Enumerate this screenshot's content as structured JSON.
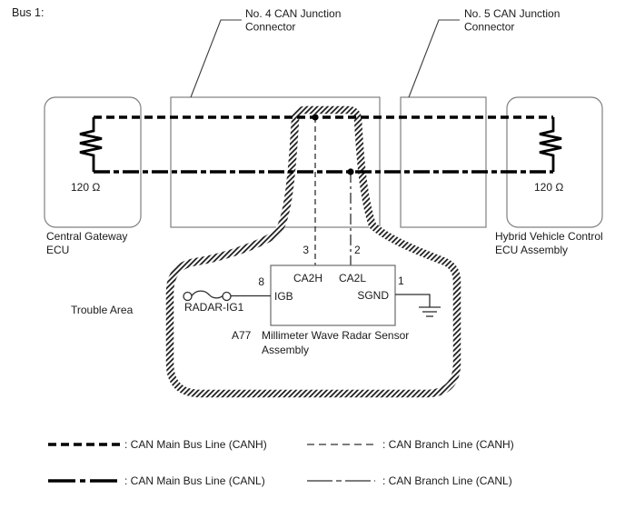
{
  "diagram": {
    "title": "Bus 1:",
    "trouble_area_label": "Trouble Area"
  },
  "callouts": {
    "no4": {
      "line1": "No. 4 CAN Junction",
      "line2": "Connector"
    },
    "no5": {
      "line1": "No. 5 CAN Junction",
      "line2": "Connector"
    }
  },
  "ecus": {
    "central_gateway": {
      "name_line1": "Central Gateway",
      "name_line2": "ECU",
      "terminating_resistor": "120 Ω"
    },
    "hybrid_vehicle": {
      "name_line1": "Hybrid Vehicle Control",
      "name_line2": "ECU Assembly",
      "terminating_resistor": "120 Ω"
    }
  },
  "radar_sensor": {
    "code": "A77",
    "name_line1": "Millimeter Wave Radar Sensor",
    "name_line2": "Assembly",
    "pins": {
      "ca2h": {
        "number": "3",
        "label": "CA2H"
      },
      "ca2l": {
        "number": "2",
        "label": "CA2L"
      },
      "igb": {
        "number": "8",
        "label": "IGB"
      },
      "sgnd": {
        "number": "1",
        "label": "SGND"
      }
    },
    "power_line_label": "RADAR-IG1"
  },
  "legend": {
    "main_canh": ": CAN Main Bus Line (CANH)",
    "main_canl": ": CAN Main Bus Line (CANL)",
    "branch_canh": ": CAN Branch Line (CANH)",
    "branch_canl": ": CAN Branch Line (CANL)"
  },
  "colors": {
    "wire": "#000000",
    "component_outline": "#7f7f7f",
    "text": "#1a1a1a",
    "background": "#ffffff"
  }
}
